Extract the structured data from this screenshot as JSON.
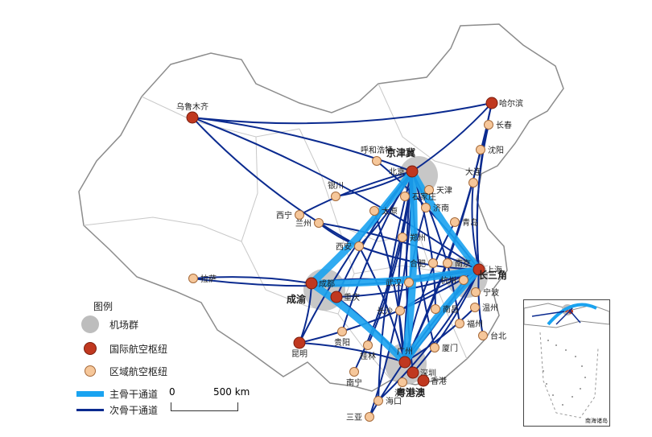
{
  "colors": {
    "land": "#ffffff",
    "border": "#8c8c8c",
    "cluster": "#bdbdbd",
    "international_hub": "#c0381f",
    "regional_hub": "#f6c79a",
    "main_corridor": "#1aa3f0",
    "secondary_corridor": "#0a2a8f"
  },
  "cities": [
    {
      "id": "wulumuqi",
      "name": "乌鲁木齐",
      "type": "international"
    },
    {
      "id": "haerbin",
      "name": "哈尔滨",
      "type": "international"
    },
    {
      "id": "changchun",
      "name": "长春",
      "type": "regional"
    },
    {
      "id": "shenyang",
      "name": "沈阳",
      "type": "regional"
    },
    {
      "id": "dalian",
      "name": "大连",
      "type": "regional"
    },
    {
      "id": "huhehaote",
      "name": "呼和浩特",
      "type": "regional"
    },
    {
      "id": "beijing",
      "name": "北京",
      "type": "international"
    },
    {
      "id": "tianjin",
      "name": "天津",
      "type": "regional"
    },
    {
      "id": "shijiazhuang",
      "name": "石家庄",
      "type": "regional"
    },
    {
      "id": "taiyuan",
      "name": "太原",
      "type": "regional"
    },
    {
      "id": "jinan",
      "name": "济南",
      "type": "regional"
    },
    {
      "id": "qingdao",
      "name": "青岛",
      "type": "regional"
    },
    {
      "id": "yinchuan",
      "name": "银川",
      "type": "regional"
    },
    {
      "id": "xining",
      "name": "西宁",
      "type": "regional"
    },
    {
      "id": "lanzhou",
      "name": "兰州",
      "type": "regional"
    },
    {
      "id": "xian",
      "name": "西安",
      "type": "regional"
    },
    {
      "id": "zhengzhou",
      "name": "郑州",
      "type": "regional"
    },
    {
      "id": "hefei",
      "name": "合肥",
      "type": "regional"
    },
    {
      "id": "nanjing",
      "name": "南京",
      "type": "regional"
    },
    {
      "id": "shanghai",
      "name": "上海",
      "type": "international"
    },
    {
      "id": "hangzhou",
      "name": "杭州",
      "type": "regional"
    },
    {
      "id": "ningbo",
      "name": "宁波",
      "type": "regional"
    },
    {
      "id": "lasa",
      "name": "拉萨",
      "type": "regional"
    },
    {
      "id": "chengdu",
      "name": "成都",
      "type": "international"
    },
    {
      "id": "chongqing",
      "name": "重庆",
      "type": "international"
    },
    {
      "id": "wuhan",
      "name": "武汉",
      "type": "regional"
    },
    {
      "id": "changsha",
      "name": "长沙",
      "type": "regional"
    },
    {
      "id": "nanchang",
      "name": "南昌",
      "type": "regional"
    },
    {
      "id": "wenzhou",
      "name": "温州",
      "type": "regional"
    },
    {
      "id": "fuzhou",
      "name": "福州",
      "type": "regional"
    },
    {
      "id": "xiamen",
      "name": "厦门",
      "type": "regional"
    },
    {
      "id": "taibei",
      "name": "台北",
      "type": "regional"
    },
    {
      "id": "kunming",
      "name": "昆明",
      "type": "international"
    },
    {
      "id": "guiyang",
      "name": "贵阳",
      "type": "regional"
    },
    {
      "id": "guilin",
      "name": "桂林",
      "type": "regional"
    },
    {
      "id": "nanning",
      "name": "南宁",
      "type": "regional"
    },
    {
      "id": "guangzhou",
      "name": "广州",
      "type": "international"
    },
    {
      "id": "shenzhen",
      "name": "深圳",
      "type": "international"
    },
    {
      "id": "xianggang",
      "name": "香港",
      "type": "international"
    },
    {
      "id": "aomen",
      "name": "澳门",
      "type": "regional"
    },
    {
      "id": "haikou",
      "name": "海口",
      "type": "regional"
    },
    {
      "id": "sanya",
      "name": "三亚",
      "type": "regional"
    }
  ],
  "clusters": [
    {
      "id": "jingjinji",
      "name": "京津冀"
    },
    {
      "id": "changsanjiao",
      "name": "长三角"
    },
    {
      "id": "chengyu",
      "name": "成渝"
    },
    {
      "id": "yuegangao",
      "name": "粤港澳"
    }
  ],
  "main_corridors": [
    [
      "beijing",
      "chengdu"
    ],
    [
      "beijing",
      "shanghai"
    ],
    [
      "beijing",
      "guangzhou"
    ],
    [
      "chengdu",
      "shanghai"
    ],
    [
      "chengdu",
      "guangzhou"
    ],
    [
      "shanghai",
      "guangzhou"
    ]
  ],
  "secondary_corridors": [
    [
      "wulumuqi",
      "beijing"
    ],
    [
      "wulumuqi",
      "haerbin"
    ],
    [
      "wulumuqi",
      "shanghai"
    ],
    [
      "wulumuqi",
      "xian"
    ],
    [
      "haerbin",
      "beijing"
    ],
    [
      "haerbin",
      "shanghai"
    ],
    [
      "haerbin",
      "guangzhou"
    ],
    [
      "changchun",
      "shanghai"
    ],
    [
      "shenyang",
      "guangzhou"
    ],
    [
      "dalian",
      "shanghai"
    ],
    [
      "huhehaote",
      "shanghai"
    ],
    [
      "yinchuan",
      "beijing"
    ],
    [
      "xining",
      "beijing"
    ],
    [
      "lanzhou",
      "xian"
    ],
    [
      "lanzhou",
      "shanghai"
    ],
    [
      "xian",
      "beijing"
    ],
    [
      "xian",
      "guangzhou"
    ],
    [
      "xian",
      "shanghai"
    ],
    [
      "lasa",
      "chengdu"
    ],
    [
      "lasa",
      "shanghai"
    ],
    [
      "kunming",
      "beijing"
    ],
    [
      "kunming",
      "shanghai"
    ],
    [
      "kunming",
      "guangzhou"
    ],
    [
      "kunming",
      "chengdu"
    ],
    [
      "guiyang",
      "beijing"
    ],
    [
      "nanning",
      "beijing"
    ],
    [
      "haikou",
      "beijing"
    ],
    [
      "sanya",
      "beijing"
    ],
    [
      "sanya",
      "shanghai"
    ],
    [
      "haikou",
      "shanghai"
    ],
    [
      "xiamen",
      "beijing"
    ],
    [
      "fuzhou",
      "beijing"
    ],
    [
      "taibei",
      "shanghai"
    ],
    [
      "zhengzhou",
      "guangzhou"
    ],
    [
      "wuhan",
      "shanghai"
    ],
    [
      "wuhan",
      "chengdu"
    ],
    [
      "changsha",
      "shanghai"
    ],
    [
      "qingdao",
      "guangzhou"
    ],
    [
      "hangzhou",
      "guangzhou"
    ],
    [
      "jinan",
      "guangzhou"
    ],
    [
      "taiyuan",
      "guangzhou"
    ],
    [
      "nanchang",
      "beijing"
    ],
    [
      "shenzhen",
      "beijing"
    ],
    [
      "shenzhen",
      "shanghai"
    ],
    [
      "chongqing",
      "beijing"
    ],
    [
      "chongqing",
      "shanghai"
    ],
    [
      "chongqing",
      "guangzhou"
    ],
    [
      "guilin",
      "beijing"
    ],
    [
      "wenzhou",
      "guangzhou"
    ]
  ],
  "legend": {
    "title": "图例",
    "cluster": "机场群",
    "international_hub": "国际航空枢纽",
    "regional_hub": "区域航空枢纽",
    "main_corridor": "主骨干通道",
    "secondary_corridor": "次骨干通道"
  },
  "scale": {
    "zero": "0",
    "distance": "500 km"
  },
  "inset": {
    "caption": "南海诸岛"
  }
}
